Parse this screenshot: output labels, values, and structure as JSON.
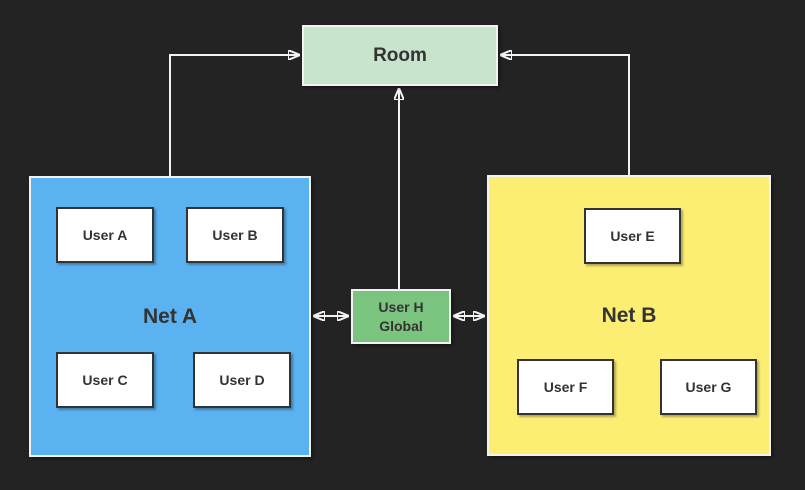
{
  "colors": {
    "background": "#232323",
    "room_fill": "#C7E4CC",
    "net_a_fill": "#5BB2F0",
    "net_b_fill": "#FCEE73",
    "global_user_fill": "#7BC47F",
    "user_fill": "#FFFFFF",
    "user_border": "#333333",
    "outer_border": "#F2F2F2",
    "line": "#F2F2F2",
    "text": "#333333"
  },
  "room": {
    "label": "Room"
  },
  "net_a": {
    "label": "Net A",
    "users": [
      {
        "label": "User A"
      },
      {
        "label": "User B"
      },
      {
        "label": "User C"
      },
      {
        "label": "User D"
      }
    ]
  },
  "net_b": {
    "label": "Net B",
    "users": [
      {
        "label": "User E"
      },
      {
        "label": "User F"
      },
      {
        "label": "User G"
      }
    ]
  },
  "global_user": {
    "label_line1": "User H",
    "label_line2": "Global"
  },
  "connections": [
    {
      "from": "net-a",
      "to": "room",
      "type": "arrow"
    },
    {
      "from": "net-b",
      "to": "room",
      "type": "arrow"
    },
    {
      "from": "user-h-global",
      "to": "room",
      "type": "arrow"
    },
    {
      "from": "net-a",
      "to": "user-h-global",
      "type": "double-arrow"
    },
    {
      "from": "user-h-global",
      "to": "net-b",
      "type": "double-arrow"
    }
  ]
}
